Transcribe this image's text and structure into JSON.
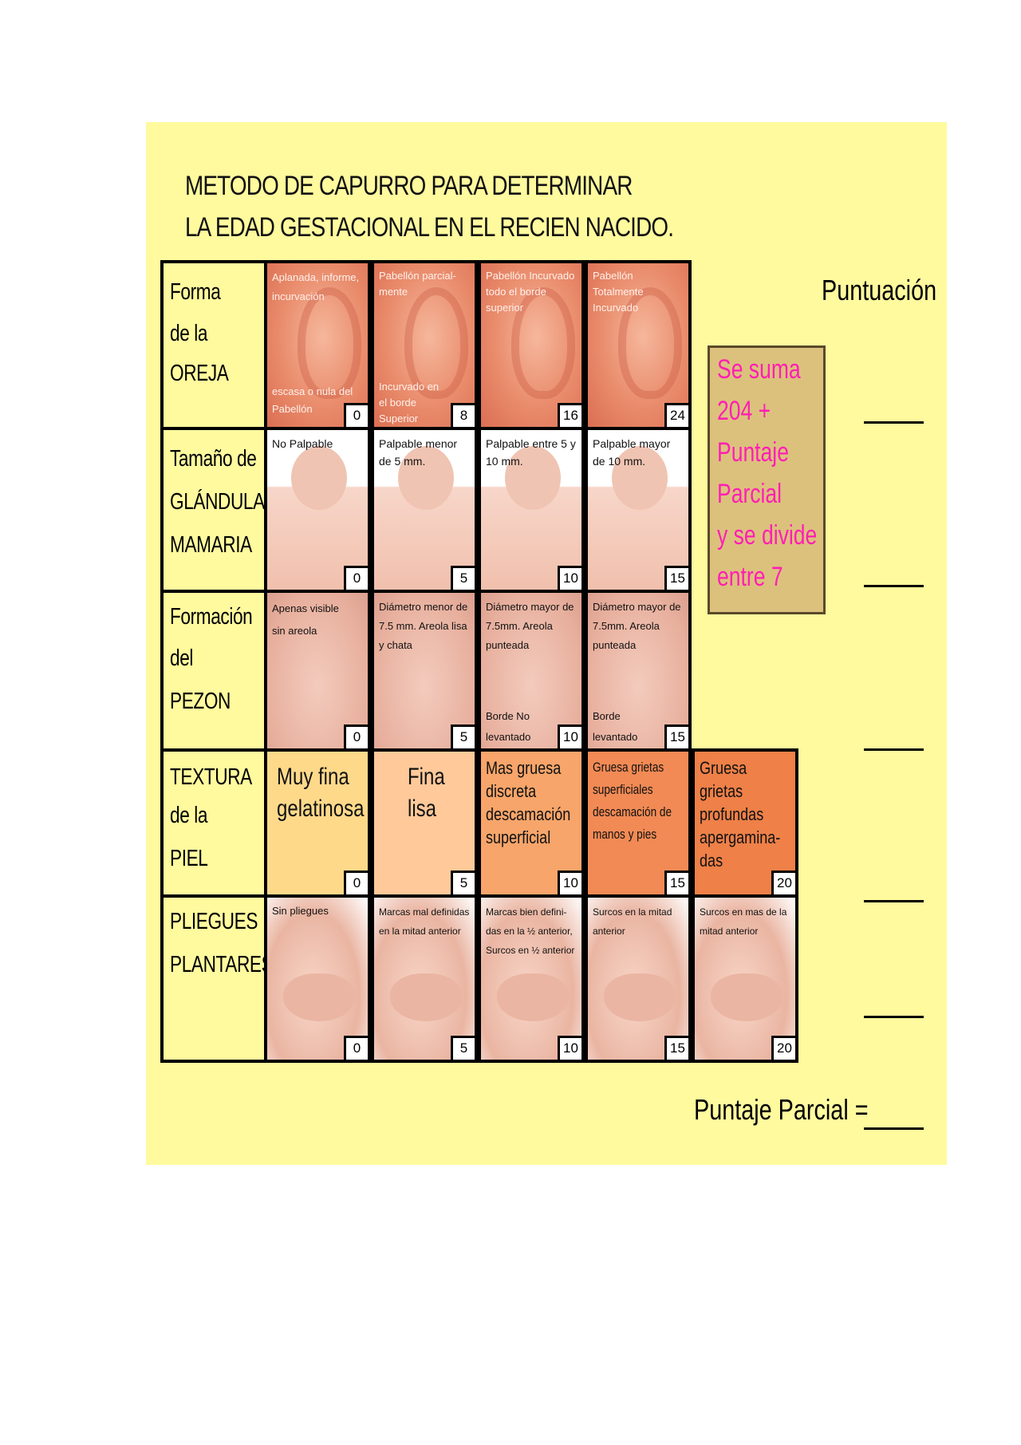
{
  "title": {
    "line1": "METODO DE CAPURRO PARA DETERMINAR",
    "line2": "LA EDAD GESTACIONAL EN EL RECIEN NACIDO."
  },
  "puntuacion_label": "Puntuación",
  "note": {
    "lines": [
      "Se suma",
      "204 +",
      "Puntaje",
      "Parcial",
      "y se divide",
      "entre 7"
    ],
    "color": "#ff1fb4"
  },
  "rows": [
    {
      "label": [
        "Forma",
        "de la",
        "OREJA"
      ],
      "cells": [
        {
          "text": "Aplanada, informe, incurvación",
          "text2": "escasa o nula del Pabellón",
          "score": "0"
        },
        {
          "text": "Pabellón parcial-mente",
          "text2": "Incurvado en el borde Superior",
          "score": "8"
        },
        {
          "text": "Pabellón Incurvado todo el borde superior",
          "text2": "",
          "score": "16"
        },
        {
          "text": "Pabellón Totalmente Incurvado",
          "text2": "",
          "score": "24"
        }
      ]
    },
    {
      "label": [
        "Tamaño de",
        "GLÁNDULA",
        "MAMARIA"
      ],
      "cells": [
        {
          "text": "No Palpable",
          "score": "0"
        },
        {
          "text": "Palpable menor de 5 mm.",
          "score": "5"
        },
        {
          "text": "Palpable entre 5 y 10 mm.",
          "score": "10"
        },
        {
          "text": "Palpable mayor de 10 mm.",
          "score": "15"
        }
      ]
    },
    {
      "label": [
        "Formación",
        "del",
        "PEZON"
      ],
      "cells": [
        {
          "text": "Apenas visible sin areola",
          "text2": "",
          "score": "0"
        },
        {
          "text": "Diámetro menor de 7.5 mm. Areola lisa y chata",
          "text2": "",
          "score": "5"
        },
        {
          "text": "Diámetro mayor de 7.5mm. Areola punteada",
          "text2": "Borde No levantado",
          "score": "10"
        },
        {
          "text": "Diámetro mayor de 7.5mm. Areola punteada",
          "text2": "Borde levantado",
          "score": "15"
        }
      ]
    },
    {
      "label": [
        "TEXTURA",
        "de la",
        "PIEL"
      ],
      "cells": [
        {
          "text": "Muy fina gelatinosa",
          "score": "0"
        },
        {
          "text": "Fina lisa",
          "score": "5"
        },
        {
          "text": "Mas gruesa discreta descamación superficial",
          "score": "10"
        },
        {
          "text": "Gruesa grietas superficiales descamación de manos y pies",
          "score": "15"
        },
        {
          "text": "Gruesa grietas profundas apergamina-das",
          "score": "20"
        }
      ]
    },
    {
      "label": [
        "PLIEGUES",
        "PLANTARES"
      ],
      "cells": [
        {
          "text": "Sin pliegues",
          "score": "0"
        },
        {
          "text": "Marcas mal definidas en la mitad anterior",
          "score": "5"
        },
        {
          "text": "Marcas bien defini-das en la ½ anterior, Surcos en ½ anterior",
          "score": "10"
        },
        {
          "text": "Surcos en la mitad anterior",
          "score": "15"
        },
        {
          "text": "Surcos en mas de la mitad anterior",
          "score": "20"
        }
      ]
    }
  ],
  "total_label": "Puntaje Parcial = ",
  "icons": [
    "ear-illustration",
    "baby-illustration",
    "chest-illustration",
    "foot-illustration"
  ]
}
